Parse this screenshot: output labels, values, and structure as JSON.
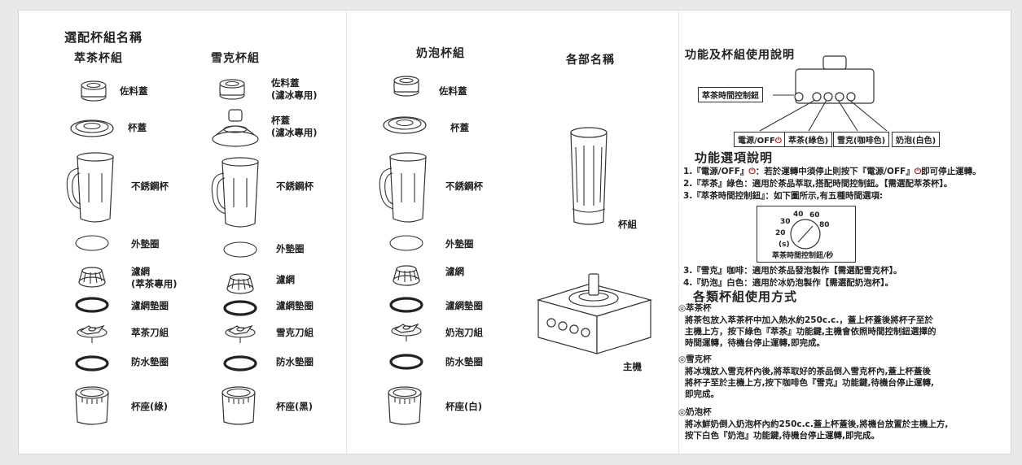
{
  "header": {
    "title": "選配杯組名稱"
  },
  "columns": [
    {
      "title": "萃茶杯組",
      "labels": [
        [
          "佐料蓋"
        ],
        [
          "杯蓋"
        ],
        [
          "不銹鋼杯"
        ],
        [
          "外墊圈"
        ],
        [
          "濾網",
          "(萃茶專用)"
        ],
        [
          "濾網墊圈"
        ],
        [
          "萃茶刀組"
        ],
        [
          "防水墊圈"
        ],
        [
          "杯座(綠)"
        ]
      ]
    },
    {
      "title": "雪克杯組",
      "labels": [
        [
          "佐料蓋",
          "(濾冰專用)"
        ],
        [
          "杯蓋",
          "(濾冰專用)"
        ],
        [
          "不銹鋼杯"
        ],
        [
          "外墊圈"
        ],
        [
          "濾網"
        ],
        [
          "濾網墊圈"
        ],
        [
          "雪克刀組"
        ],
        [
          "防水墊圈"
        ],
        [
          "杯座(黑)"
        ]
      ]
    },
    {
      "title": "奶泡杯組",
      "labels": [
        [
          "佐料蓋"
        ],
        [
          "杯蓋"
        ],
        [
          "不銹鋼杯"
        ],
        [
          "外墊圈"
        ],
        [
          "濾網"
        ],
        [
          "濾網墊圈"
        ],
        [
          "奶泡刀組"
        ],
        [
          "防水墊圈"
        ],
        [
          "杯座(白)"
        ]
      ]
    }
  ],
  "parts": {
    "title": "各部名稱",
    "cup_label": "杯組",
    "base_label": "主機"
  },
  "functions": {
    "title": "功能及杯組使用說明",
    "timer_label": "萃茶時間控制鈕",
    "button_labels": {
      "power": "電源/OFF",
      "tea": "萃茶(綠色)",
      "shake": "雪克(咖啡色)",
      "foam": "奶泡(白色)"
    },
    "power_symbol": "⏻",
    "options_title": "功能選項說明",
    "item1_prefix": "1.『電源/OFF』",
    "item1_mid": "：若於運轉中須停止則按下『電源/OFF』",
    "item1_end": "即可停止運轉。",
    "item2": "2.『萃茶』綠色：適用於茶品萃取,搭配時間控制鈕。【需選配萃茶杯】。",
    "item3": "3.『萃茶時間控制鈕』：如下圖所示,有五種時間選項:",
    "dial_values": [
      "20",
      "30",
      "40",
      "60",
      "80"
    ],
    "dial_unit": "(s)",
    "dial_caption": "萃茶時間控制鈕/秒",
    "item3b": "3.『雪克』咖啡：適用於茶品發泡製作【需選配雪克杯】。",
    "item4": "4.『奶泡』白色：適用於冰奶泡製作【需選配奶泡杯】。",
    "usage_title": "各類杯組使用方式",
    "usage": [
      {
        "title": "◎萃茶杯",
        "lines": [
          "將茶包放入萃茶杯中加入熱水約250c.c.，蓋上杯蓋後將杯子至於",
          "主機上方，按下綠色『萃茶』功能鍵,主機會依照時間控制鈕選擇的",
          "時間運轉，待機台停止運轉,即完成。"
        ]
      },
      {
        "title": "◎雪克杯",
        "lines": [
          "將冰塊放入雪克杯內後,將萃取好的茶品倒入雪克杯內,蓋上杯蓋後",
          "將杯子至於主機上方,按下咖啡色『雪克』功能鍵,待機台停止運轉,",
          "即完成。"
        ]
      },
      {
        "title": "◎奶泡杯",
        "lines": [
          "將冰鮮奶倒入奶泡杯內約250c.c.蓋上杯蓋後,將機台放置於主機上方,",
          "按下白色『奶泡』功能鍵,待機台停止運轉,即完成。"
        ]
      }
    ]
  }
}
